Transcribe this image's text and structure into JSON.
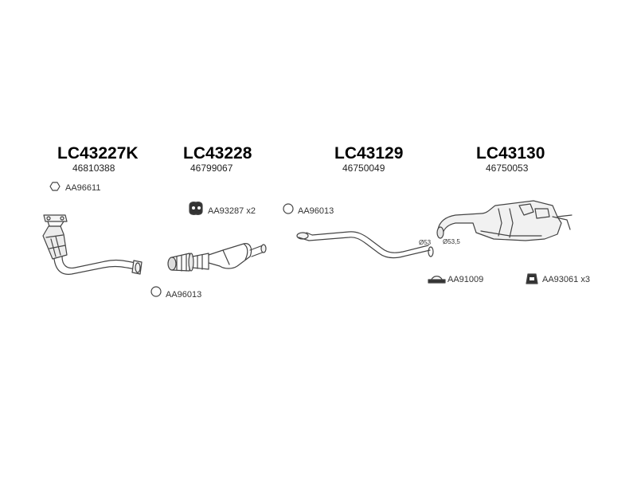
{
  "sections": [
    {
      "code": "LC43227K",
      "oem": "46810388"
    },
    {
      "code": "LC43228",
      "oem": "46799067"
    },
    {
      "code": "LC43129",
      "oem": "46750049"
    },
    {
      "code": "LC43130",
      "oem": "46750053"
    }
  ],
  "parts": {
    "aa96611": "AA96611",
    "aa93287": "AA93287 x2",
    "aa96013_a": "AA96013",
    "aa96013_b": "AA96013",
    "aa91009": "AA91009",
    "aa93061": "AA93061 x3"
  },
  "dimensions": {
    "d53": "Ø53",
    "d53_5": "Ø53,5"
  }
}
